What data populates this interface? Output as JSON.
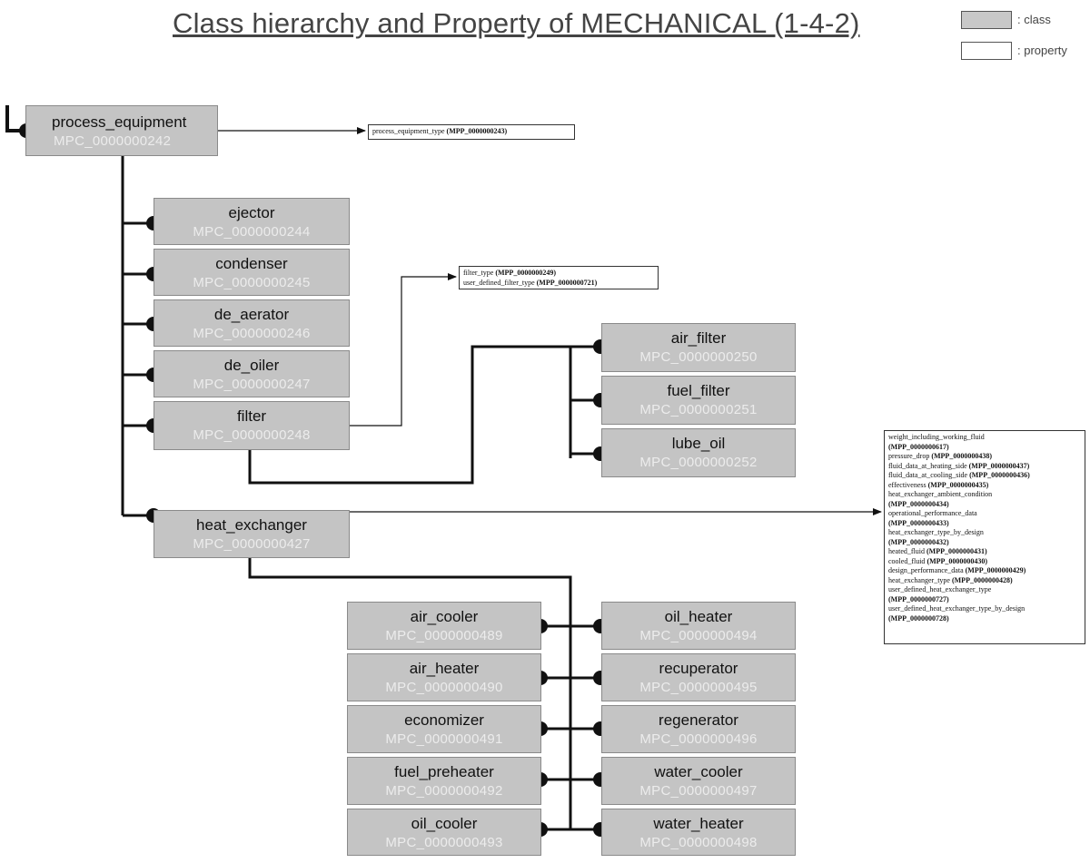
{
  "title": "Class hierarchy and Property of MECHANICAL (1-4-2)",
  "legend": {
    "class_label": ": class",
    "property_label": ": property"
  },
  "classes": {
    "process_equipment": {
      "name": "process_equipment",
      "code": "MPC_0000000242"
    },
    "ejector": {
      "name": "ejector",
      "code": "MPC_0000000244"
    },
    "condenser": {
      "name": "condenser",
      "code": "MPC_0000000245"
    },
    "de_aerator": {
      "name": "de_aerator",
      "code": "MPC_0000000246"
    },
    "de_oiler": {
      "name": "de_oiler",
      "code": "MPC_0000000247"
    },
    "filter": {
      "name": "filter",
      "code": "MPC_0000000248"
    },
    "air_filter": {
      "name": "air_filter",
      "code": "MPC_0000000250"
    },
    "fuel_filter": {
      "name": "fuel_filter",
      "code": "MPC_0000000251"
    },
    "lube_oil": {
      "name": "lube_oil",
      "code": "MPC_0000000252"
    },
    "heat_exchanger": {
      "name": "heat_exchanger",
      "code": "MPC_0000000427"
    },
    "air_cooler": {
      "name": "air_cooler",
      "code": "MPC_0000000489"
    },
    "air_heater": {
      "name": "air_heater",
      "code": "MPC_0000000490"
    },
    "economizer": {
      "name": "economizer",
      "code": "MPC_0000000491"
    },
    "fuel_preheater": {
      "name": "fuel_preheater",
      "code": "MPC_0000000492"
    },
    "oil_cooler": {
      "name": "oil_cooler",
      "code": "MPC_0000000493"
    },
    "oil_heater": {
      "name": "oil_heater",
      "code": "MPC_0000000494"
    },
    "recuperator": {
      "name": "recuperator",
      "code": "MPC_0000000495"
    },
    "regenerator": {
      "name": "regenerator",
      "code": "MPC_0000000496"
    },
    "water_cooler": {
      "name": "water_cooler",
      "code": "MPC_0000000497"
    },
    "water_heater": {
      "name": "water_heater",
      "code": "MPC_0000000498"
    }
  },
  "properties": {
    "process_equipment": [
      {
        "name": "process_equipment_type",
        "code": "(MPP_0000000243)"
      }
    ],
    "filter": [
      {
        "name": "filter_type",
        "code": "(MPP_0000000249)"
      },
      {
        "name": "user_defined_filter_type",
        "code": "(MPP_0000000721)"
      }
    ],
    "heat_exchanger": [
      {
        "name": "weight_including_working_fluid",
        "code": "(MPP_0000000617)"
      },
      {
        "name": "pressure_drop",
        "code": "(MPP_0000000438)"
      },
      {
        "name": "fluid_data_at_heating_side",
        "code": "(MPP_0000000437)"
      },
      {
        "name": "fluid_data_at_cooling_side",
        "code": "(MPP_0000000436)"
      },
      {
        "name": "effectiveness",
        "code": "(MPP_0000000435)"
      },
      {
        "name": "heat_exchanger_ambient_condition",
        "code": "(MPP_0000000434)"
      },
      {
        "name": "operational_performance_data",
        "code": "(MPP_0000000433)"
      },
      {
        "name": "heat_exchanger_type_by_design",
        "code": "(MPP_0000000432)"
      },
      {
        "name": "heated_fluid",
        "code": "(MPP_0000000431)"
      },
      {
        "name": "cooled_fluid",
        "code": "(MPP_0000000430)"
      },
      {
        "name": "design_performance_data",
        "code": "(MPP_0000000429)"
      },
      {
        "name": "heat_exchanger_type",
        "code": "(MPP_0000000428)"
      },
      {
        "name": "user_defined_heat_exchanger_type",
        "code": "(MPP_0000000727)"
      },
      {
        "name": "user_defined_heat_exchanger_type_by_design",
        "code": "(MPP_0000000728)"
      }
    ]
  }
}
